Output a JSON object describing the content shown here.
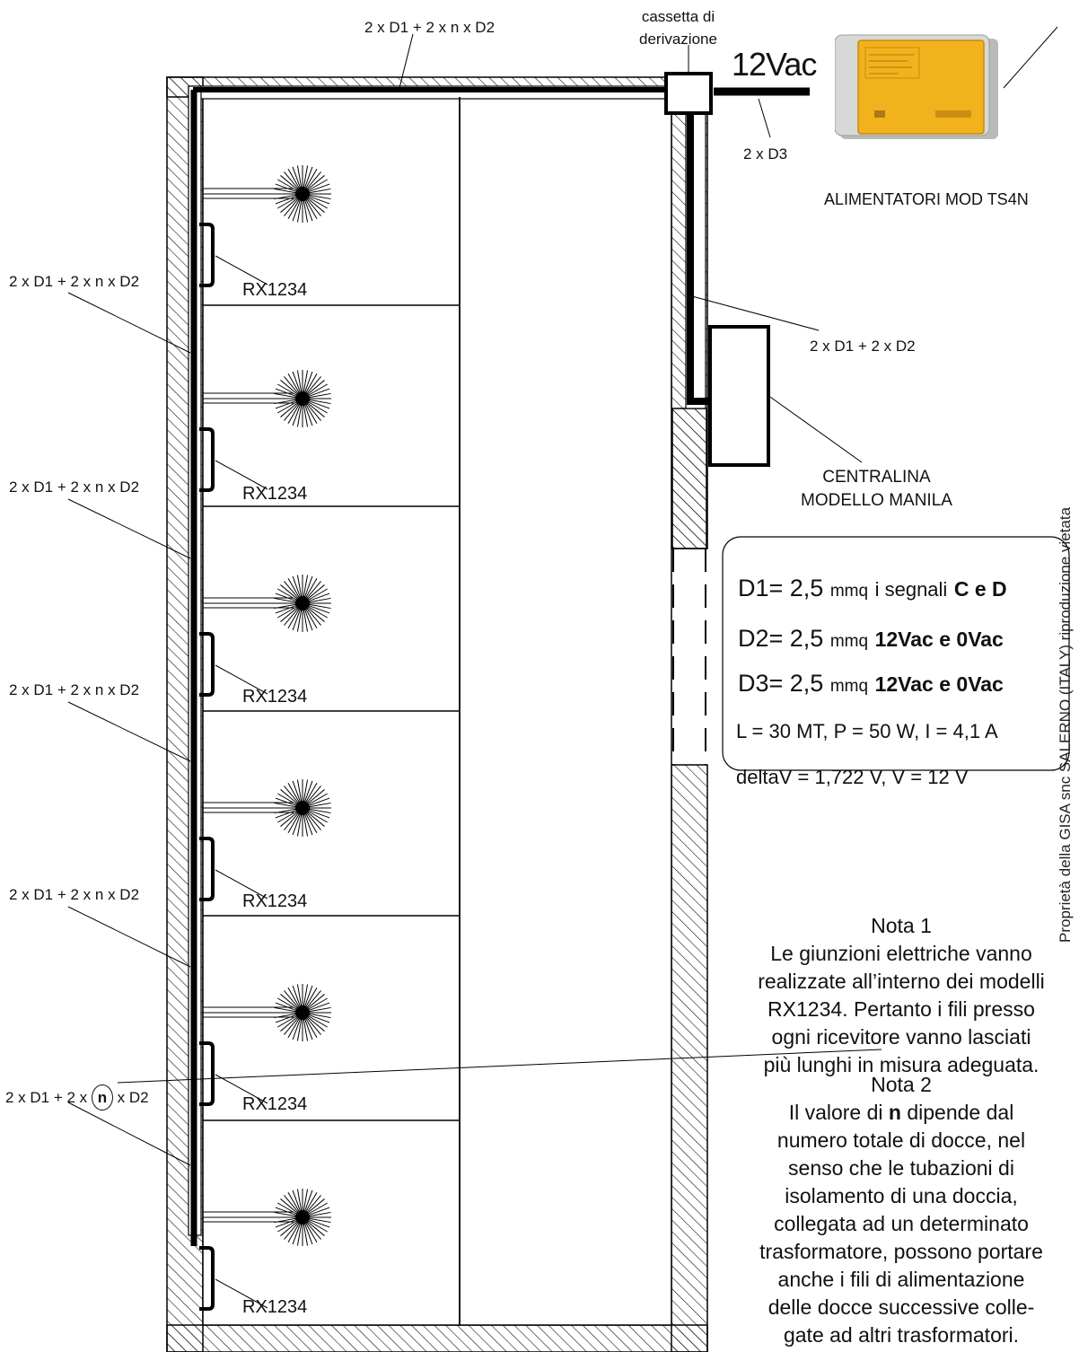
{
  "labels": {
    "top_cable": "2 x D1 + 2 x n x D2",
    "junction_box_line1": "cassetta di",
    "junction_box_line2": "derivazione",
    "voltage": "12Vac",
    "supply_cable": "2 x D3",
    "psu_caption": "ALIMENTATORI  MOD TS4N",
    "right_cable": "2 x D1 + 2 x  D2",
    "controller_line1": "CENTRALINA",
    "controller_line2": "MODELLO MANILA",
    "side_cable": "2 x D1 + 2 x n x D2",
    "last_cable_pre": "2 x D1 + 2 x",
    "last_cable_n": "n",
    "last_cable_post": "x D2",
    "receiver": "RX1234",
    "vertical_note": "Proprietà della GISA snc SALERNO (ITALY) riproduzione vietata"
  },
  "specs": {
    "d1_main": "D1= 2,5",
    "d1_unit": "mmq",
    "d1_desc": "i segnali",
    "d1_bold": "C e D",
    "d2_main": "D2= 2,5",
    "d2_unit": "mmq",
    "d2_bold": "12Vac e 0Vac",
    "d3_main": "D3= 2,5",
    "d3_unit": "mmq",
    "d3_bold": "12Vac e 0Vac",
    "line4": "L = 30 MT, P = 50 W, I = 4,1 A",
    "line5": "deltaV = 1,722 V,  V = 12 V"
  },
  "notes": {
    "nota1_title": "Nota 1",
    "nota1_lines": [
      "Le giunzioni elettriche vanno",
      "realizzate all’interno dei modelli",
      "RX1234. Pertanto i fili presso",
      "ogni ricevitore vanno lasciati",
      "più lunghi in misura adeguata."
    ],
    "nota2_title": "Nota 2",
    "nota2_line1_pre": "Il valore di",
    "nota2_line1_bold": "n",
    "nota2_line1_post": "dipende dal",
    "nota2_lines": [
      "numero totale di docce, nel",
      "senso che le tubazioni di",
      "isolamento di una doccia,",
      "collegata ad un determinato",
      "trasformatore, possono portare",
      "anche i fili di alimentazione",
      "delle docce successive colle-",
      "gate ad altri trasformatori."
    ]
  },
  "colors": {
    "psu_body": "#f0b020",
    "psu_case": "#c9ccc8",
    "line": "#000000"
  }
}
